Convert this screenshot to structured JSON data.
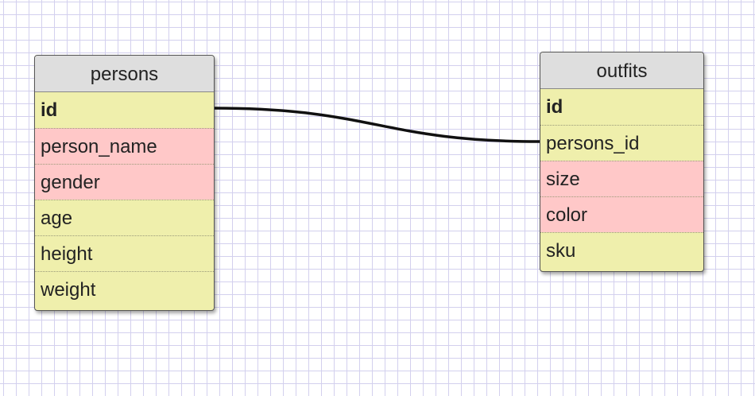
{
  "diagram": {
    "tables": [
      {
        "name": "persons",
        "fields": [
          {
            "label": "id",
            "key": true,
            "color": "yellow"
          },
          {
            "label": "person_name",
            "key": false,
            "color": "pink"
          },
          {
            "label": "gender",
            "key": false,
            "color": "pink"
          },
          {
            "label": "age",
            "key": false,
            "color": "yellow"
          },
          {
            "label": "height",
            "key": false,
            "color": "yellow"
          },
          {
            "label": "weight",
            "key": false,
            "color": "yellow"
          }
        ]
      },
      {
        "name": "outfits",
        "fields": [
          {
            "label": "id",
            "key": true,
            "color": "yellow"
          },
          {
            "label": "persons_id",
            "key": false,
            "color": "yellow"
          },
          {
            "label": "size",
            "key": false,
            "color": "pink"
          },
          {
            "label": "color",
            "key": false,
            "color": "pink"
          },
          {
            "label": "sku",
            "key": false,
            "color": "yellow"
          }
        ]
      }
    ],
    "relations": [
      {
        "from_table": "persons",
        "from_field": "id",
        "to_table": "outfits",
        "to_field": "persons_id"
      }
    ],
    "colors": {
      "field_yellow": "#efefac",
      "field_pink": "#ffc8c8",
      "header_gray": "#dedede",
      "grid_line": "#d3d0ee",
      "connector": "#111111"
    }
  }
}
